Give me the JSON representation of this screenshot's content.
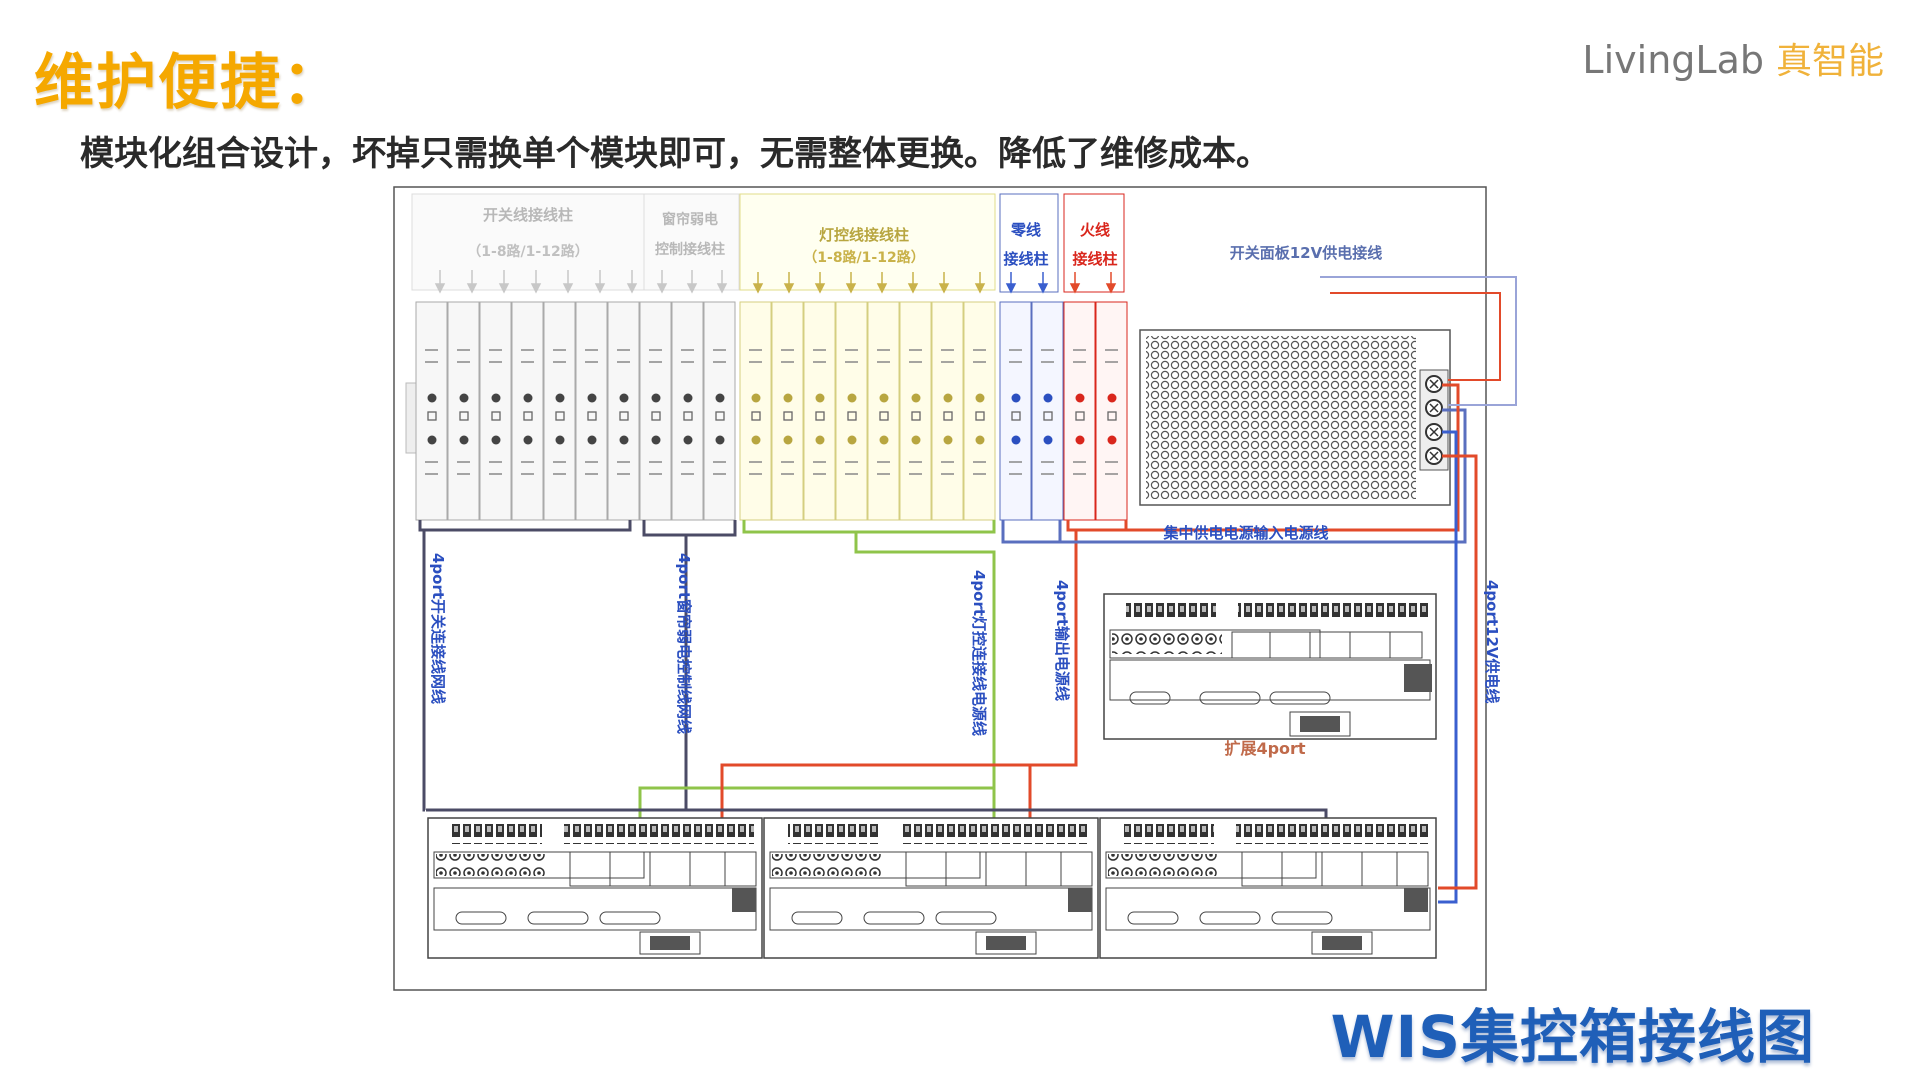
{
  "header": {
    "title": "维护便捷：",
    "subtitle": "模块化组合设计，坏掉只需换单个模块即可，无需整体更换。降低了维修成本。"
  },
  "brand": {
    "name": "LivingLab",
    "cn": "真智能"
  },
  "footer": {
    "title": "WIS集控箱接线图"
  },
  "diagram": {
    "switch_terminal": {
      "line1": "开关线接线柱",
      "line2": "（1-8路/1-12路）"
    },
    "curtain_terminal": {
      "line1": "窗帘弱电",
      "line2": "控制接线柱"
    },
    "light_terminal": {
      "line1": "灯控线接线柱",
      "line2": "（1-8路/1-12路）"
    },
    "neutral_terminal": {
      "line1": "零线",
      "line2": "接线柱"
    },
    "live_terminal": {
      "line1": "火线",
      "line2": "接线柱"
    },
    "panel_power_line": "开关面板12V供电接线",
    "central_power_input": "集中供电电源输入电源线",
    "switch_net_line": "4port开关连接线网线",
    "curtain_net_line": "4port窗帘弱电控制线网线",
    "light_power_line": "4port灯控连接线电源线",
    "output_power_line": "4port输出电源线",
    "supply_12v_line": "4port12V供电线",
    "expansion_label": "扩展4port"
  },
  "colors": {
    "title": "#f5a800",
    "footer": "#1f5fb8",
    "gray_wire": "#4b4b66",
    "green_wire": "#8fc44a",
    "red_wire": "#e24a2a",
    "blue_wire": "#3a5fcf",
    "yellow_label": "#c9b24a",
    "blue_label": "#2b4fc0",
    "red_label": "#d9261c"
  }
}
